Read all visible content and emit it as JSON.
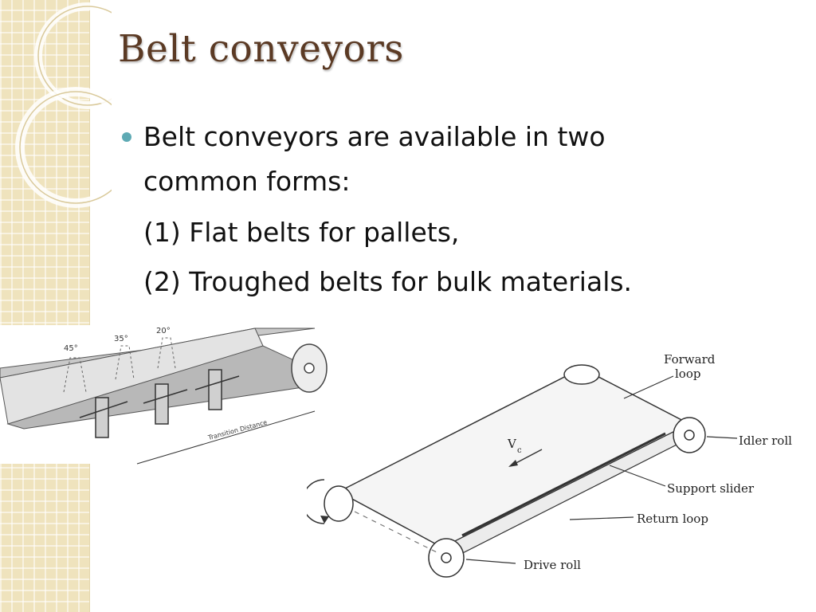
{
  "slide": {
    "title": "Belt conveyors",
    "bullet": {
      "line1": "Belt conveyors are available in two",
      "line2": "common forms:",
      "item1": "(1)  Flat belts for pallets,",
      "item2": "(2) Troughed belts for bulk materials."
    }
  },
  "troughed_figure": {
    "angle_labels": [
      "45°",
      "35°",
      "20°"
    ],
    "distance_label": "Transition Distance"
  },
  "flat_figure": {
    "velocity_symbol": "V",
    "velocity_subscript": "c",
    "labels": {
      "forward_loop_1": "Forward",
      "forward_loop_2": "loop",
      "idler_roll": "Idler roll",
      "support_slider": "Support slider",
      "return_loop": "Return loop",
      "drive_roll": "Drive roll"
    }
  }
}
